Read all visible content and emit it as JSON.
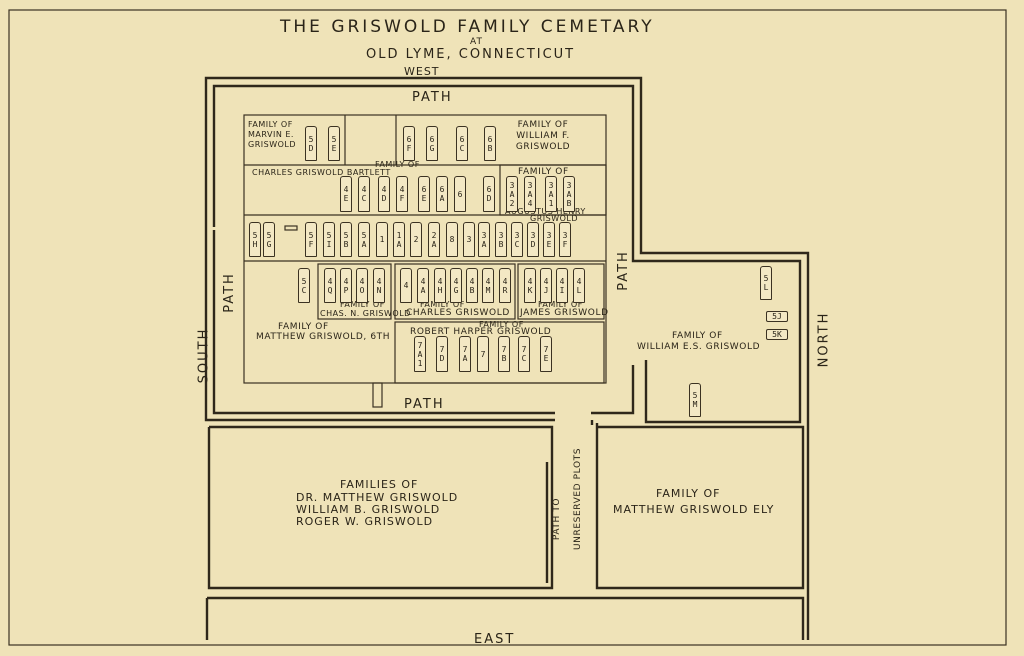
{
  "title": "THE GRISWOLD FAMILY CEMETARY",
  "subtitle_at": "AT",
  "subtitle_place": "OLD LYME, CONNECTICUT",
  "compass": {
    "west": "WEST",
    "east": "EAST",
    "south": "SOUTH",
    "north": "NORTH"
  },
  "paths": {
    "top": "PATH",
    "bottom": "PATH",
    "left": "PATH",
    "right": "PATH",
    "unreserved_line1": "PATH TO",
    "unreserved_line2": "UNRESERVED PLOTS"
  },
  "families": {
    "marvin": "FAMILY OF MARVIN E. GRISWOLD",
    "william_f": "FAMILY OF WILLIAM F. GRISWOLD",
    "bartlett_1": "FAMILY OF",
    "bartlett_2": "CHARLES GRISWOLD BARTLETT",
    "augustus_1": "FAMILY OF",
    "augustus_2": "AUGUSTUS HENRY",
    "augustus_3": "GRISWOLD",
    "chas_n_1": "FAMILY OF",
    "chas_n_2": "CHAS. N. GRISWOLD",
    "charles_1": "FAMILY OF",
    "charles_2": "CHARLES GRISWOLD",
    "james_1": "FAMILY OF",
    "james_2": "JAMES GRISWOLD",
    "matthew6_1": "FAMILY OF",
    "matthew6_2": "MATTHEW GRISWOLD, 6TH",
    "robert_1": "FAMILY OF",
    "robert_2": "ROBERT HARPER GRISWOLD",
    "william_es_1": "FAMILY OF",
    "william_es_2": "WILLIAM E.S. GRISWOLD",
    "dr_1": "FAMILIES OF",
    "dr_2": "DR. MATTHEW GRISWOLD",
    "dr_3": "WILLIAM B. GRISWOLD",
    "dr_4": "ROGER W. GRISWOLD",
    "ely_1": "FAMILY OF",
    "ely_2": "MATTHEW GRISWOLD ELY"
  },
  "stones": {
    "row1": [
      "5D",
      "5E",
      "6F",
      "6G",
      "6C",
      "6B"
    ],
    "row2": [
      "4E",
      "4C",
      "4D",
      "4F",
      "6E",
      "6A",
      "6",
      "6D",
      "3A2",
      "3A4",
      "3A1",
      "3AB"
    ],
    "row3": [
      "5H",
      "5G",
      "5F",
      "5I",
      "5B",
      "5A",
      "1",
      "1A",
      "2",
      "2A",
      "8",
      "3",
      "3A",
      "3B",
      "3C",
      "3D",
      "3E",
      "3F"
    ],
    "row4": [
      "5C",
      "4Q",
      "4P",
      "4O",
      "4N",
      "4",
      "4A",
      "4H",
      "4G",
      "4B",
      "4M",
      "4R",
      "4K",
      "4J",
      "4I",
      "4L"
    ],
    "row5": [
      "7A1",
      "7D",
      "7A",
      "7",
      "7B",
      "7C",
      "7E"
    ],
    "east_plot": [
      "5L",
      "5J",
      "5K",
      "5M"
    ]
  },
  "colors": {
    "paper": "#efe3b8",
    "ink": "#2a2418"
  }
}
